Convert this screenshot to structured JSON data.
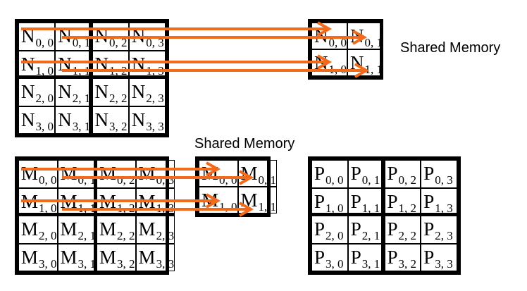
{
  "n_matrix": {
    "letter": "N",
    "rows": [
      [
        "0, 0",
        "0, 1",
        "0, 2",
        "0, 3"
      ],
      [
        "1, 0",
        "1, 1",
        "1, 2",
        "1, 3"
      ],
      [
        "2, 0",
        "2, 1",
        "2, 2",
        "2, 3"
      ],
      [
        "3, 0",
        "3, 1",
        "3, 2",
        "3, 3"
      ]
    ]
  },
  "m_matrix": {
    "letter": "M",
    "rows": [
      [
        "0, 0",
        "0, 1",
        "0, 2",
        "0, 3"
      ],
      [
        "1, 0",
        "1, 1",
        "1, 2",
        "1, 3"
      ],
      [
        "2, 0",
        "2, 1",
        "2, 2",
        "2, 3"
      ],
      [
        "3, 0",
        "3, 1",
        "3, 2",
        "3, 3"
      ]
    ]
  },
  "p_matrix": {
    "letter": "P",
    "rows": [
      [
        "0, 0",
        "0, 1",
        "0, 2",
        "0, 3"
      ],
      [
        "1, 0",
        "1, 1",
        "1, 2",
        "1, 3"
      ],
      [
        "2, 0",
        "2, 1",
        "2, 2",
        "2, 3"
      ],
      [
        "3, 0",
        "3, 1",
        "3, 2",
        "3, 3"
      ]
    ]
  },
  "n_shared": {
    "letter": "N",
    "rows": [
      [
        "0, 0",
        "0, 1"
      ],
      [
        "1, 0",
        "1, 1"
      ]
    ]
  },
  "m_shared": {
    "letter": "M",
    "rows": [
      [
        "0, 0",
        "0, 1"
      ],
      [
        "1, 0",
        "1, 1"
      ]
    ]
  },
  "labels": {
    "shared_memory_top": "Shared Memory",
    "shared_memory_middle": "Shared Memory"
  },
  "colors": {
    "arrow": "#f26a1b",
    "border": "#000000"
  }
}
